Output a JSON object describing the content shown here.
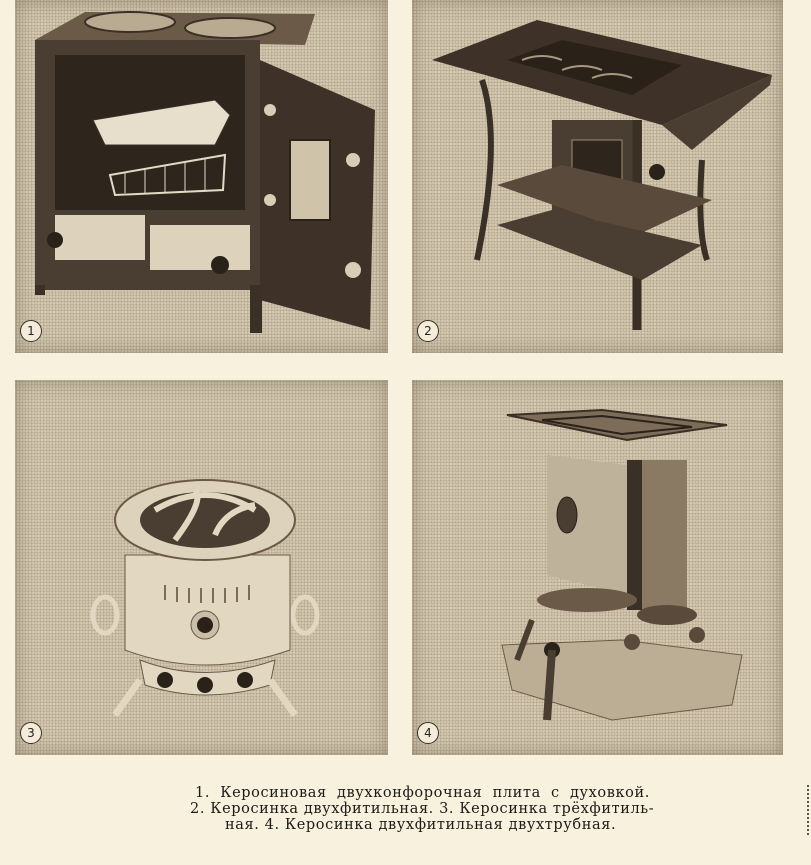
{
  "figures": [
    {
      "number": "1",
      "label": "Керосиновая двухконфорочная плита с духовкой",
      "subject": "kerosene-stove-with-oven"
    },
    {
      "number": "2",
      "label": "Керосинка двухфитильная",
      "subject": "two-wick-kerosene-stove"
    },
    {
      "number": "3",
      "label": "Керосинка трёхфитильная",
      "subject": "three-wick-kerosene-stove"
    },
    {
      "number": "4",
      "label": "Керосинка двухфитильная двухтрубная",
      "subject": "two-wick-two-tube-kerosene-stove"
    }
  ],
  "caption": {
    "line1": "1. Керосиновая двухконфорочная плита с духовкой.",
    "line2": "2. Керосинка двухфитильная. 3. Керосинка трёхфитиль-",
    "line3": "ная. 4. Керосинка двухфитильная двухтрубная."
  },
  "colors": {
    "paper": "#f7f1de",
    "photo_tone": "#cfc3aa",
    "ink": "#1e1a16"
  }
}
